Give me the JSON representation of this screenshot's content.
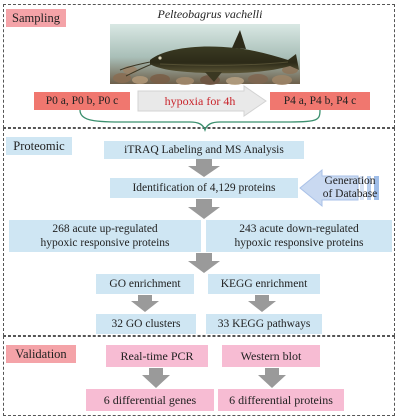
{
  "sampling": {
    "tag": "Sampling",
    "species": "Pelteobagrus vachelli",
    "left_samples": "P0 a, P0 b, P0 c",
    "treatment": "hypoxia for 4h",
    "right_samples": "P4 a, P4 b, P4 c"
  },
  "proteomic": {
    "tag": "Proteomic",
    "labeling": "iTRAQ Labeling and MS Analysis",
    "identification": "Identification of 4,129 proteins",
    "database_line1": "Generation",
    "database_line2": "of Database",
    "up_line1": "268 acute up-regulated",
    "up_line2": "hypoxic responsive proteins",
    "down_line1": "243 acute down-regulated",
    "down_line2": "hypoxic responsive proteins",
    "go_enrichment": "GO enrichment",
    "kegg_enrichment": "KEGG enrichment",
    "go_clusters": "32 GO clusters",
    "kegg_pathways": "33 KEGG pathways"
  },
  "validation": {
    "tag": "Validation",
    "pcr": "Real-time PCR",
    "western": "Western blot",
    "genes": "6  differential genes",
    "proteins": "6 differential proteins"
  },
  "colors": {
    "pink_tag": "#f4a3a8",
    "blue_box": "#cfe6f3",
    "red_box": "#f0776f",
    "pink_box": "#f7bcd3",
    "grey_arrow": "#9a9a9a"
  }
}
